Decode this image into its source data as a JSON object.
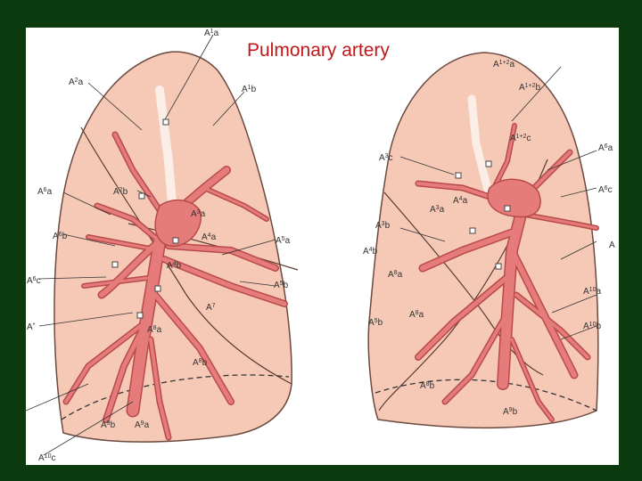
{
  "title": "Pulmonary artery",
  "colors": {
    "frame": "#0b3a0e",
    "lung_fill": "#f6c9b7",
    "artery_fill": "#e57b7b",
    "artery_stroke": "#b94a4a",
    "title": "#c0181a"
  },
  "right_lung_labels": [
    {
      "id": "a1a",
      "prefix": "A",
      "sup": "1",
      "suffix": "a"
    },
    {
      "id": "a2a",
      "prefix": "A",
      "sup": "2",
      "suffix": "a"
    },
    {
      "id": "a1b",
      "prefix": "A",
      "sup": "1",
      "suffix": "b"
    },
    {
      "id": "a6a",
      "prefix": "A",
      "sup": "6",
      "suffix": "a"
    },
    {
      "id": "a2b",
      "prefix": "A",
      "sup": "2",
      "suffix": "b"
    },
    {
      "id": "a3a",
      "prefix": "A",
      "sup": "3",
      "suffix": "a"
    },
    {
      "id": "a6b",
      "prefix": "A",
      "sup": "6",
      "suffix": "b"
    },
    {
      "id": "a4a",
      "prefix": "A",
      "sup": "4",
      "suffix": "a"
    },
    {
      "id": "a5a",
      "prefix": "A",
      "sup": "5",
      "suffix": "a"
    },
    {
      "id": "a4b",
      "prefix": "A",
      "sup": "4",
      "suffix": "b"
    },
    {
      "id": "a6c",
      "prefix": "A",
      "sup": "6",
      "suffix": "c"
    },
    {
      "id": "a5b",
      "prefix": "A",
      "sup": "5",
      "suffix": "b"
    },
    {
      "id": "a7",
      "prefix": "A",
      "sup": "7",
      "suffix": ""
    },
    {
      "id": "astar",
      "prefix": "A",
      "sup": "*",
      "suffix": ""
    },
    {
      "id": "a8a",
      "prefix": "A",
      "sup": "8",
      "suffix": "a"
    },
    {
      "id": "a8b",
      "prefix": "A",
      "sup": "8",
      "suffix": "b"
    },
    {
      "id": "a9b",
      "prefix": "A",
      "sup": "9",
      "suffix": "b"
    },
    {
      "id": "a9a",
      "prefix": "A",
      "sup": "9",
      "suffix": "a"
    },
    {
      "id": "a10c",
      "prefix": "A",
      "sup": "10",
      "suffix": "c"
    }
  ],
  "left_lung_labels": [
    {
      "id": "l12a",
      "prefix": "A",
      "sup": "1+2",
      "suffix": "a"
    },
    {
      "id": "l12b",
      "prefix": "A",
      "sup": "1+2",
      "suffix": "b"
    },
    {
      "id": "l12c",
      "prefix": "A",
      "sup": "1+2",
      "suffix": "c"
    },
    {
      "id": "l3c",
      "prefix": "A",
      "sup": "3",
      "suffix": "c"
    },
    {
      "id": "l6a",
      "prefix": "A",
      "sup": "6",
      "suffix": "a"
    },
    {
      "id": "l6c",
      "prefix": "A",
      "sup": "6",
      "suffix": "c"
    },
    {
      "id": "l3a",
      "prefix": "A",
      "sup": "3",
      "suffix": "a"
    },
    {
      "id": "l4a",
      "prefix": "A",
      "sup": "4",
      "suffix": "a"
    },
    {
      "id": "l3b",
      "prefix": "A",
      "sup": "3",
      "suffix": "b"
    },
    {
      "id": "l4b",
      "prefix": "A",
      "sup": "4",
      "suffix": "b"
    },
    {
      "id": "l8a2",
      "prefix": "A",
      "sup": "8",
      "suffix": "a"
    },
    {
      "id": "l5b",
      "prefix": "A",
      "sup": "5",
      "suffix": "b"
    },
    {
      "id": "l8a",
      "prefix": "A",
      "sup": "8",
      "suffix": "a"
    },
    {
      "id": "l10a",
      "prefix": "A",
      "sup": "10",
      "suffix": "a"
    },
    {
      "id": "l10b",
      "prefix": "A",
      "sup": "10",
      "suffix": "b"
    },
    {
      "id": "l8b",
      "prefix": "A",
      "sup": "8",
      "suffix": "b"
    },
    {
      "id": "l9b",
      "prefix": "A",
      "sup": "9",
      "suffix": "b"
    },
    {
      "id": "la",
      "prefix": "A",
      "sup": "",
      "suffix": ""
    }
  ]
}
